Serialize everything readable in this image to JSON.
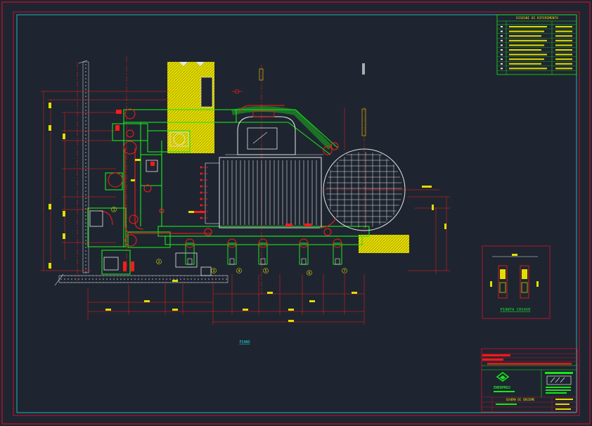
{
  "drawing": {
    "plan_label": "PIANO",
    "detail_title": "PIANTA CHIAVE",
    "mark_1": "1",
    "mark_2": "2",
    "mark_3": "3",
    "mark_4": "4",
    "mark_5": "5",
    "mark_6": "6",
    "mark_7": "7"
  },
  "references_table": {
    "title": "DISEGNI DI RIFERIMENTO",
    "row_count": 10
  },
  "title_block": {
    "company": "ENERPROJ",
    "description": "SCHEMA DI INSIEME"
  },
  "colors": {
    "background": "#1e2530",
    "frame": "#c8102e",
    "inner_frame": "#1fd7e0",
    "equipment": "#19e619",
    "structure": "#f4e400",
    "piping_red": "#ff1a1a",
    "outline_white": "#e6e6e6",
    "hatch": "#e3dd00"
  }
}
